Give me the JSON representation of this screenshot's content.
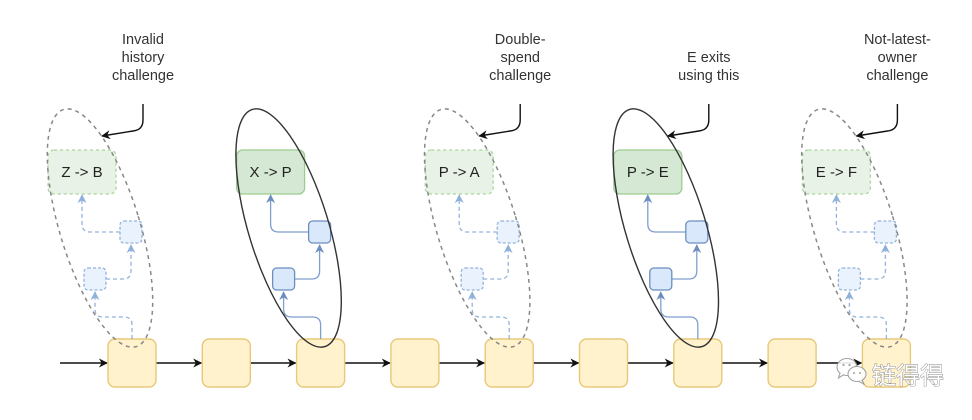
{
  "title": "Plasma exit challenge diagram",
  "colors": {
    "block_fill": "#fff2cc",
    "block_stroke": "#e8c97a",
    "tx_fill": "#d5e8d4",
    "tx_stroke": "#9ccc8f",
    "tx_faded_fill": "#e8f2e6",
    "tx_faded_stroke": "#a8d49a",
    "utxo_fill": "#dae8fc",
    "utxo_stroke": "#6c8ebf",
    "utxo_faded_fill": "#eaf2fd",
    "utxo_faded_stroke": "#93b2dc",
    "ellipse_solid": "#333333",
    "ellipse_dashed": "#888888",
    "arrow": "#111111"
  },
  "chain": {
    "block_count": 9
  },
  "groups": [
    {
      "id": "invalid-history",
      "block_index": 0,
      "transaction": "Z -> B",
      "style": "dashed",
      "annotation": [
        "Invalid",
        "history",
        "challenge"
      ]
    },
    {
      "id": "exit-source",
      "block_index": 2,
      "transaction": "X -> P",
      "style": "solid",
      "annotation": []
    },
    {
      "id": "double-spend",
      "block_index": 4,
      "transaction": "P -> A",
      "style": "dashed",
      "annotation": [
        "Double-",
        "spend",
        "challenge"
      ]
    },
    {
      "id": "exit-used",
      "block_index": 6,
      "transaction": "P -> E",
      "style": "solid",
      "annotation": [
        "E exits",
        "using this"
      ]
    },
    {
      "id": "not-latest-owner",
      "block_index": 8,
      "transaction": "E -> F",
      "style": "dashed",
      "annotation": [
        "Not-latest-",
        "owner",
        "challenge"
      ]
    }
  ],
  "watermark": {
    "icon": "wechat-icon",
    "text": "链得得"
  }
}
